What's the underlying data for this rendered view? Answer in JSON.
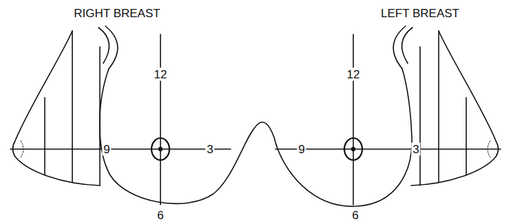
{
  "diagram": {
    "labels": [
      "RIGHT BREAST",
      "LEFT BREAST",
      "12",
      "12",
      "9",
      "3",
      "9",
      "3",
      "6",
      "6"
    ]
  }
}
